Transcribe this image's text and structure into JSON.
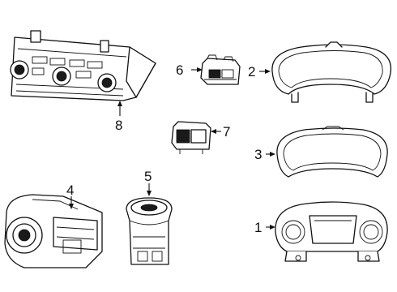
{
  "callouts": [
    {
      "id": "1",
      "label": "1"
    },
    {
      "id": "2",
      "label": "2"
    },
    {
      "id": "3",
      "label": "3"
    },
    {
      "id": "4",
      "label": "4"
    },
    {
      "id": "5",
      "label": "5"
    },
    {
      "id": "6",
      "label": "6"
    },
    {
      "id": "7",
      "label": "7"
    },
    {
      "id": "8",
      "label": "8"
    }
  ],
  "parts": [
    {
      "callout": "1",
      "icon": "instrument-cluster-icon"
    },
    {
      "callout": "2",
      "icon": "cluster-bezel-icon"
    },
    {
      "callout": "3",
      "icon": "cluster-lens-icon"
    },
    {
      "callout": "4",
      "icon": "headlamp-switch-icon"
    },
    {
      "callout": "5",
      "icon": "ignition-switch-icon"
    },
    {
      "callout": "6",
      "icon": "small-switch-icon"
    },
    {
      "callout": "7",
      "icon": "switch-module-icon"
    },
    {
      "callout": "8",
      "icon": "climate-control-icon"
    }
  ],
  "colors": {
    "line": "#111111",
    "background": "#ffffff"
  }
}
